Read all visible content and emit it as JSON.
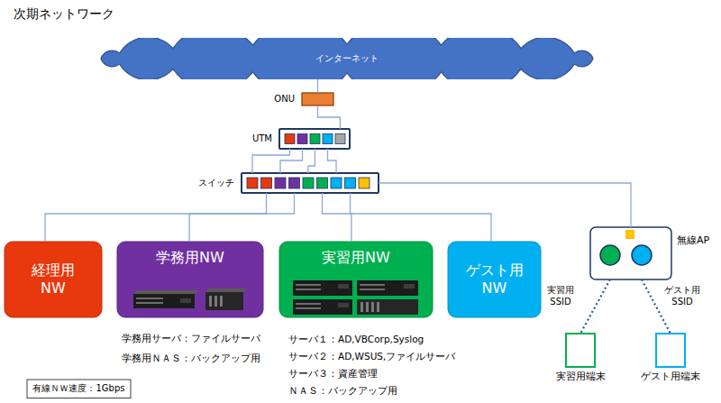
{
  "diagram": {
    "title": "次期ネットワーク",
    "nodes": [
      {
        "text": [
          "インターネット"
        ]
      },
      {
        "text": [
          "ONU"
        ]
      },
      {
        "text": [
          "UTM"
        ]
      },
      {
        "text": [
          "スイッチ"
        ]
      },
      {
        "text": [
          "経理用 NW"
        ]
      },
      {
        "text": [
          "学務用NW"
        ]
      },
      {
        "text": [
          "実習用NW"
        ]
      },
      {
        "text": [
          "ゲスト用 NW"
        ]
      },
      {
        "text": [
          "無線AP"
        ]
      },
      {
        "text": [
          "実習用端末"
        ]
      },
      {
        "text": [
          "ゲスト用端末"
        ]
      },
      {
        "text": [
          "有線ＮＷ速度：1Gbps"
        ]
      }
    ],
    "edges": [
      {
        "from": 0,
        "to": 1,
        "arrow": "none"
      },
      {
        "from": 1,
        "to": 2,
        "arrow": "none"
      },
      {
        "from": 2,
        "to": 3,
        "arrow": "none"
      },
      {
        "from": 2,
        "to": 3,
        "arrow": "none"
      },
      {
        "from": 2,
        "to": 3,
        "arrow": "none"
      },
      {
        "from": 2,
        "to": 3,
        "arrow": "none"
      },
      {
        "from": 3,
        "to": 4,
        "arrow": "none"
      },
      {
        "from": 3,
        "to": 5,
        "arrow": "none"
      },
      {
        "from": 3,
        "to": 6,
        "arrow": "none"
      },
      {
        "from": 3,
        "to": 7,
        "arrow": "none"
      },
      {
        "from": 3,
        "to": 8,
        "arrow": "none"
      },
      {
        "from": 8,
        "to": 9,
        "label": "実習用 SSID",
        "arrow": "none"
      },
      {
        "from": 8,
        "to": 10,
        "label": "ゲスト用 SSID",
        "arrow": "none"
      }
    ],
    "labels": [
      "学務用サーバ：ファイルサーバ",
      "学務用ＮＡＳ：バックアップ用",
      "サーバ１：AD,VBCorp,Syslog",
      "サーバ２：AD,WSUS,ファイルサーバ",
      "サーバ３：資産管理",
      "ＮＡＳ：バックアップ用"
    ]
  }
}
